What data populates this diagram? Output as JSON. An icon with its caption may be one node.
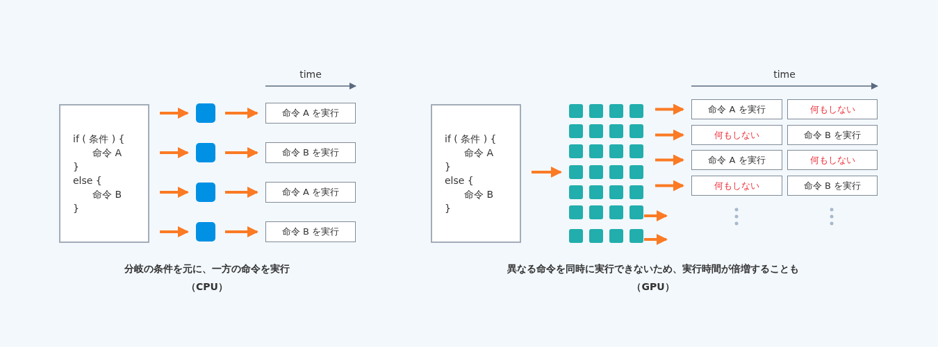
{
  "diagram": {
    "nodes": [
      {
        "text": [
          "if ( 条件 ) {",
          "命令 A",
          "}",
          "else {",
          "命令 B",
          "}"
        ]
      },
      {
        "text": [],
        "shape": "box"
      },
      {
        "text": [],
        "shape": "box"
      },
      {
        "text": [],
        "shape": "box"
      },
      {
        "text": [],
        "shape": "box"
      },
      {
        "text": [
          "命令 A を実行"
        ]
      },
      {
        "text": [
          "命令 B を実行"
        ]
      },
      {
        "text": [
          "命令 A を実行"
        ]
      },
      {
        "text": [
          "命令 B を実行"
        ]
      },
      {
        "text": [
          "if ( 条件 ) {",
          "命令 A",
          "}",
          "else {",
          "命令 B",
          "}"
        ]
      },
      {
        "text": [],
        "shape": "box"
      },
      {
        "text": [],
        "shape": "box"
      },
      {
        "text": [],
        "shape": "box"
      },
      {
        "text": [],
        "shape": "box"
      },
      {
        "text": [],
        "shape": "box"
      },
      {
        "text": [],
        "shape": "box"
      },
      {
        "text": [],
        "shape": "box"
      },
      {
        "text": [],
        "shape": "box"
      },
      {
        "text": [],
        "shape": "box"
      },
      {
        "text": [],
        "shape": "box"
      },
      {
        "text": [],
        "shape": "box"
      },
      {
        "text": [],
        "shape": "box"
      },
      {
        "text": [],
        "shape": "box"
      },
      {
        "text": [],
        "shape": "box"
      },
      {
        "text": [],
        "shape": "box"
      },
      {
        "text": [],
        "shape": "box"
      },
      {
        "text": [],
        "shape": "box"
      },
      {
        "text": [],
        "shape": "box"
      },
      {
        "text": [],
        "shape": "box"
      },
      {
        "text": [],
        "shape": "box"
      },
      {
        "text": [],
        "shape": "box"
      },
      {
        "text": [],
        "shape": "box"
      },
      {
        "text": [],
        "shape": "box"
      },
      {
        "text": [],
        "shape": "box"
      },
      {
        "text": [],
        "shape": "box"
      },
      {
        "text": [],
        "shape": "box"
      },
      {
        "text": [],
        "shape": "box"
      },
      {
        "text": [],
        "shape": "box"
      },
      {
        "text": [
          "命令 A を実行"
        ]
      },
      {
        "text": [
          "何もしない"
        ]
      },
      {
        "text": [
          "何もしない"
        ]
      },
      {
        "text": [
          "命令 B を実行"
        ]
      },
      {
        "text": [
          "命令 A を実行"
        ]
      },
      {
        "text": [
          "何もしない"
        ]
      },
      {
        "text": [
          "何もしない"
        ]
      },
      {
        "text": [
          "命令 B を実行"
        ]
      }
    ],
    "edges": [
      {
        "from": 0,
        "to": 1,
        "arrow": "to"
      },
      {
        "from": 0,
        "to": 2,
        "arrow": "to"
      },
      {
        "from": 0,
        "to": 3,
        "arrow": "to"
      },
      {
        "from": 0,
        "to": 4,
        "arrow": "to"
      },
      {
        "from": 1,
        "to": 5,
        "arrow": "to"
      },
      {
        "from": 2,
        "to": 6,
        "arrow": "to"
      },
      {
        "from": 3,
        "to": 7,
        "arrow": "to"
      },
      {
        "from": 4,
        "to": 8,
        "arrow": "to"
      },
      {
        "from": 9,
        "to": 22,
        "arrow": "to"
      },
      {
        "from": 13,
        "to": 38,
        "arrow": "to"
      },
      {
        "from": 17,
        "to": 40,
        "arrow": "to"
      },
      {
        "from": 21,
        "to": 42,
        "arrow": "to"
      },
      {
        "from": 25,
        "to": 44,
        "arrow": "to"
      },
      {
        "from": 33,
        "to": null,
        "arrow": "to"
      },
      {
        "from": 37,
        "to": null,
        "arrow": "to"
      }
    ],
    "labels": [
      "time",
      "time",
      "分岐の条件を元に、一方の命令を実行",
      "（CPU）",
      "異なる命令を同時に実行できないため、実行時間が倍増することも",
      "（GPU）"
    ]
  }
}
